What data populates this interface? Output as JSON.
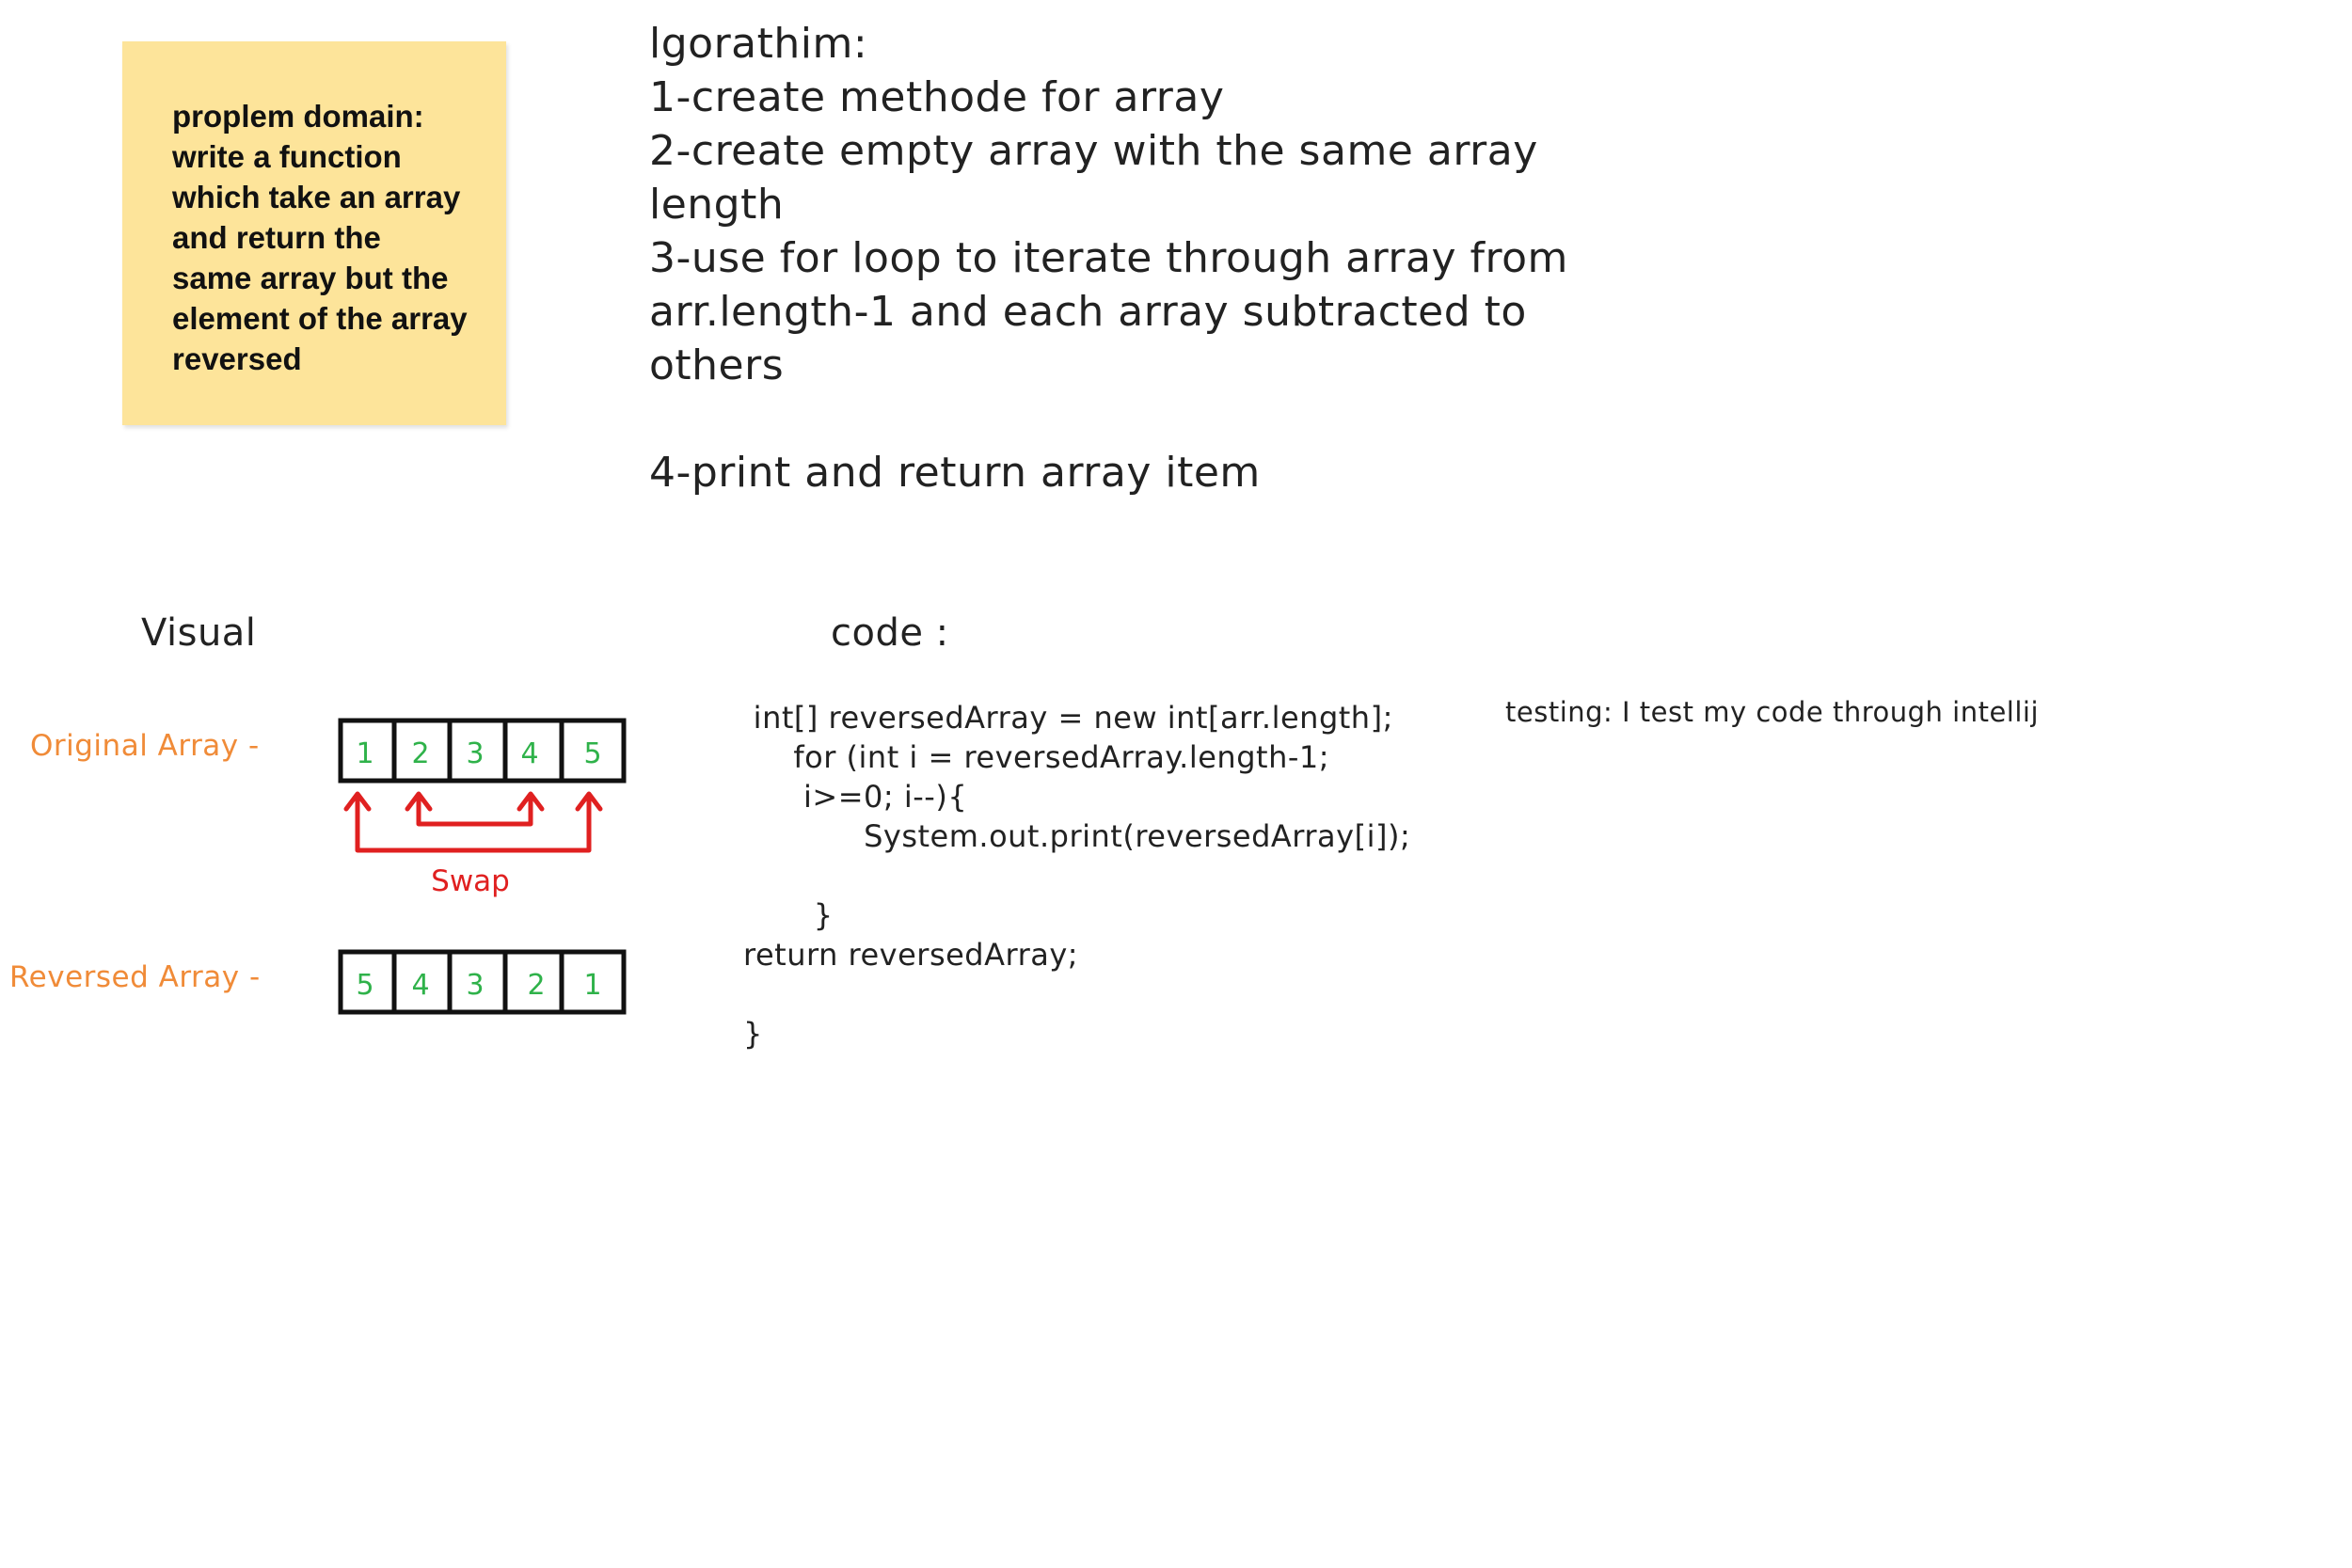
{
  "problem_domain": {
    "text": "proplem domain: write a function which take an array and return the same array but the element of the array reversed"
  },
  "algorithm": {
    "lines": [
      "lgorathim:",
      "1-create methode for array",
      "2-create empty array with the same array",
      "length",
      "3-use for loop to iterate through array from",
      "arr.length-1 and each array subtracted to",
      "others",
      "",
      "4-print and return array item"
    ]
  },
  "visual": {
    "heading": "Visual",
    "original_label": "Original Array -",
    "reversed_label": "Reversed Array -",
    "swap_label": "Swap",
    "original_values": [
      "1",
      "2",
      "3",
      "4",
      "5"
    ],
    "reversed_values": [
      "5",
      "4",
      "3",
      "2",
      "1"
    ],
    "colors": {
      "label": "#f08b38",
      "cell_text": "#2fb24a",
      "arrow": "#e02020",
      "cell_border": "#111111"
    }
  },
  "code": {
    "heading": "code :",
    "lines": [
      " int[] reversedArray = new int[arr.length];",
      "     for (int i = reversedArray.length-1;",
      "      i>=0; i--){",
      "            System.out.print(reversedArray[i]);",
      "",
      "       }",
      "return reversedArray;",
      "",
      "}"
    ]
  },
  "testing": {
    "text": "testing: I test my code through intellij"
  }
}
